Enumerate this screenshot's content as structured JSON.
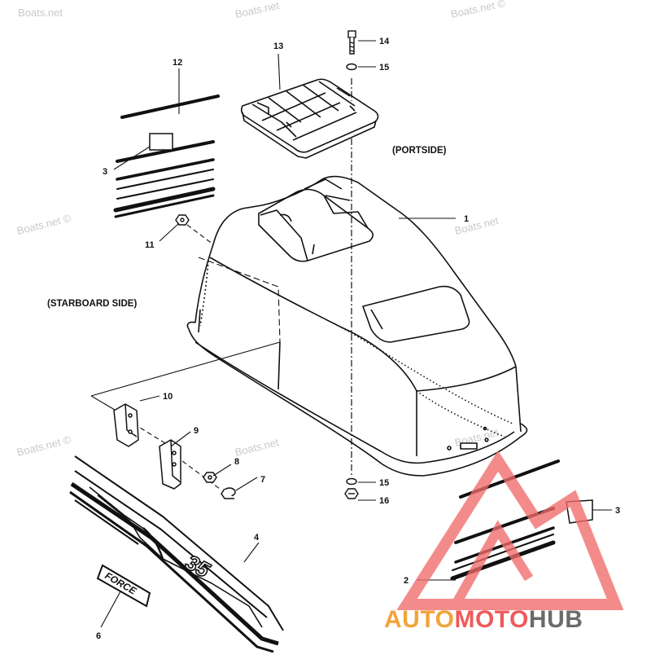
{
  "labels": {
    "p1": "1",
    "p2": "2",
    "p3a": "3",
    "p3b": "3",
    "p4": "4",
    "p6": "6",
    "p7": "7",
    "p8": "8",
    "p9": "9",
    "p10": "10",
    "p11": "11",
    "p12": "12",
    "p13": "13",
    "p14": "14",
    "p15a": "15",
    "p15b": "15",
    "p16": "16"
  },
  "sides": {
    "portside": "(PORTSIDE)",
    "starboard": "(STARBOARD SIDE)"
  },
  "watermarks": [
    "Boats.net",
    "Boats.net",
    "Boats.net ©",
    "Boats.net ©",
    "Boats.net",
    "Boats.net ©",
    "Boats.net",
    "Boats.net"
  ],
  "decal_text": {
    "model": "35",
    "brand": "FORCE"
  },
  "logo": {
    "part1": "AUTO",
    "part2": "MOTO",
    "part3": "HUB"
  },
  "colors": {
    "logo_orange": "#f2a33a",
    "logo_red": "#ef5a5a",
    "logo_grey": "#6b6b6b",
    "logo_triangle": "#f06b6b"
  }
}
